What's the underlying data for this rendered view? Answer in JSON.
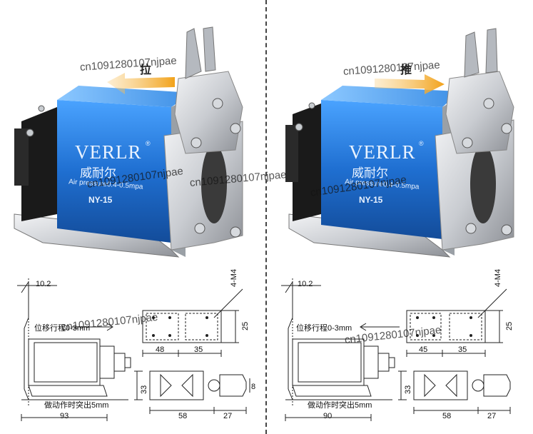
{
  "watermark": "cn1091280107njpae",
  "colors": {
    "body_blue": "#1f6fd1",
    "arrow_orange": "#f2a21a",
    "metal": "#c9ccd1",
    "dark": "#1a1a1a"
  },
  "left": {
    "action_label": "拉",
    "brand": "VERLR",
    "registered": "®",
    "brand_cn": "威耐尔",
    "pressure": "Air pressure0.4-0.5mpa",
    "model": "NY-15",
    "drawing": {
      "top_dim": "10.2",
      "stroke_label": "位移行程0-3mm",
      "extend_label": "做动作时突出5mm",
      "length": "93",
      "top_view_a": "48",
      "top_view_b": "35",
      "thread": "4-M4",
      "height": "25",
      "front_height": "33",
      "front_a": "58",
      "front_b": "27",
      "opening": "8"
    }
  },
  "right": {
    "action_label": "推",
    "brand": "VERLR",
    "registered": "®",
    "brand_cn": "威耐尔",
    "pressure": "Air pressure0.4-0.5mpa",
    "model": "NY-15",
    "drawing": {
      "top_dim": "10.2",
      "stroke_label": "位移行程0-3mm",
      "extend_label": "做动作时突出5mm",
      "length": "90",
      "top_view_a": "45",
      "top_view_b": "35",
      "thread": "4-M4",
      "height": "25",
      "front_height": "33",
      "front_a": "58",
      "front_b": "27"
    }
  }
}
